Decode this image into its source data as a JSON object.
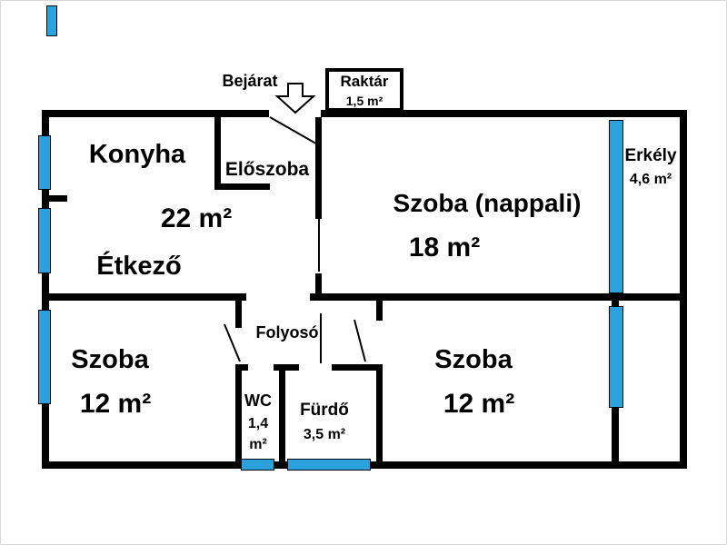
{
  "plan": {
    "entrance_label": "Bejárat",
    "storage": {
      "name": "Raktár",
      "area": "1,5 m²"
    },
    "kitchen": {
      "name": "Konyha"
    },
    "hall": {
      "name": "Előszoba"
    },
    "kitchen_dining_area": "22 m²",
    "dining": {
      "name": "Étkező"
    },
    "living_room": {
      "name": "Szoba (nappali)",
      "area": "18 m²"
    },
    "balcony": {
      "name": "Erkély",
      "area": "4,6 m²"
    },
    "corridor": {
      "name": "Folyosó"
    },
    "bedroom_left": {
      "name": "Szoba",
      "area": "12 m²"
    },
    "bedroom_right": {
      "name": "Szoba",
      "area": "12 m²"
    },
    "wc": {
      "name": "WC",
      "area_value": "1,4",
      "area_unit": "m²"
    },
    "bathroom": {
      "name": "Fürdő",
      "area": "3,5 m²"
    }
  },
  "colors": {
    "wall": "#000000",
    "window": "#2ba2de",
    "background": "#ffffff"
  }
}
